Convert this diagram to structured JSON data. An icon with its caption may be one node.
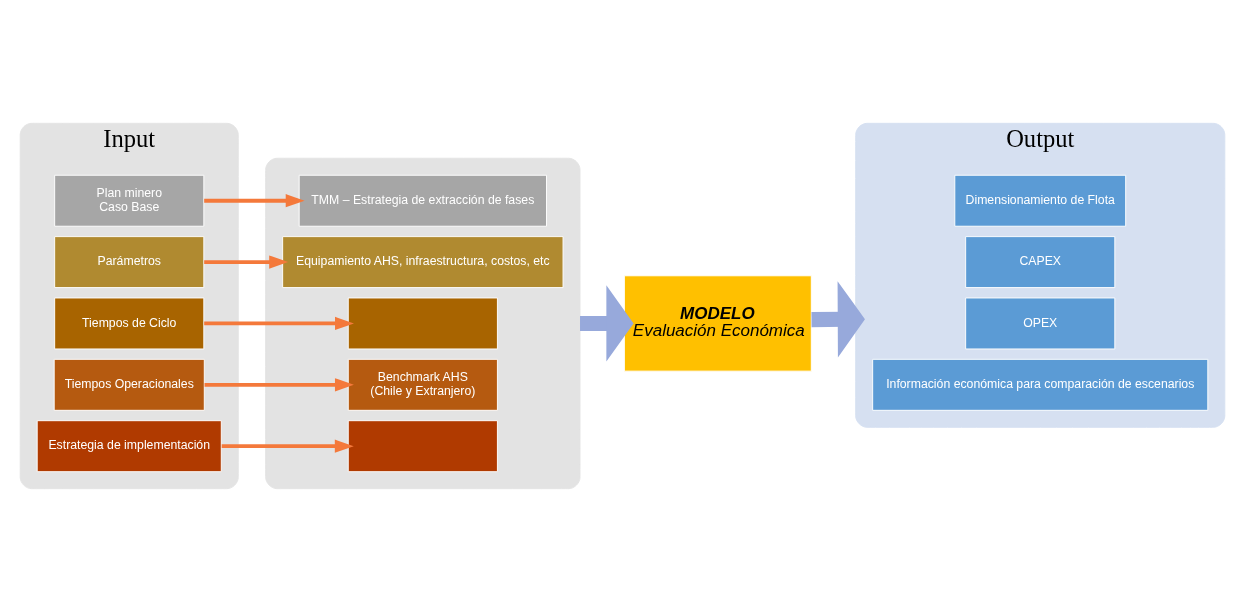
{
  "diagram": {
    "nodes": [
      {
        "text": [
          "Input"
        ]
      },
      {
        "text": [
          "Plan minero",
          "Caso Base"
        ],
        "in": 0
      },
      {
        "text": [
          "Parámetros"
        ],
        "in": 0
      },
      {
        "text": [
          "Tiempos de Ciclo"
        ],
        "in": 0
      },
      {
        "text": [
          "Tiempos Operacionales"
        ],
        "in": 0
      },
      {
        "text": [
          "Estrategia de implementación"
        ],
        "in": 0
      },
      {
        "text": [],
        "shape": "box"
      },
      {
        "text": [
          "TMM – Estrategia de extracción de fases"
        ],
        "in": 6
      },
      {
        "text": [
          "Equipamiento AHS, infraestructura, costos, etc"
        ],
        "in": 6
      },
      {
        "text": [],
        "shape": "box",
        "in": 6
      },
      {
        "text": [
          "Benchmark AHS",
          "(Chile y Extranjero)"
        ],
        "in": 6
      },
      {
        "text": [],
        "shape": "box",
        "in": 6
      },
      {
        "text": [
          "MODELO",
          "Evaluación Económica"
        ]
      },
      {
        "text": [
          "Output"
        ]
      },
      {
        "text": [
          "Dimensionamiento de Flota"
        ],
        "in": 13
      },
      {
        "text": [
          "CAPEX"
        ],
        "in": 13
      },
      {
        "text": [
          "OPEX"
        ],
        "in": 13
      },
      {
        "text": [
          "Información económica para comparación de escenarios"
        ],
        "in": 13
      }
    ],
    "edges": [
      {
        "from": 1,
        "to": 7,
        "arrow": "to"
      },
      {
        "from": 2,
        "to": 8,
        "arrow": "to"
      },
      {
        "from": 3,
        "to": 9,
        "arrow": "to"
      },
      {
        "from": 4,
        "to": 10,
        "arrow": "to"
      },
      {
        "from": 5,
        "to": 11,
        "arrow": "to"
      },
      {
        "from": 6,
        "to": 12,
        "arrow": "to",
        "style": "thick",
        "color": "#97a9db"
      },
      {
        "from": 12,
        "to": 13,
        "arrow": "to",
        "style": "thick",
        "color": "#97a9db"
      }
    ]
  }
}
